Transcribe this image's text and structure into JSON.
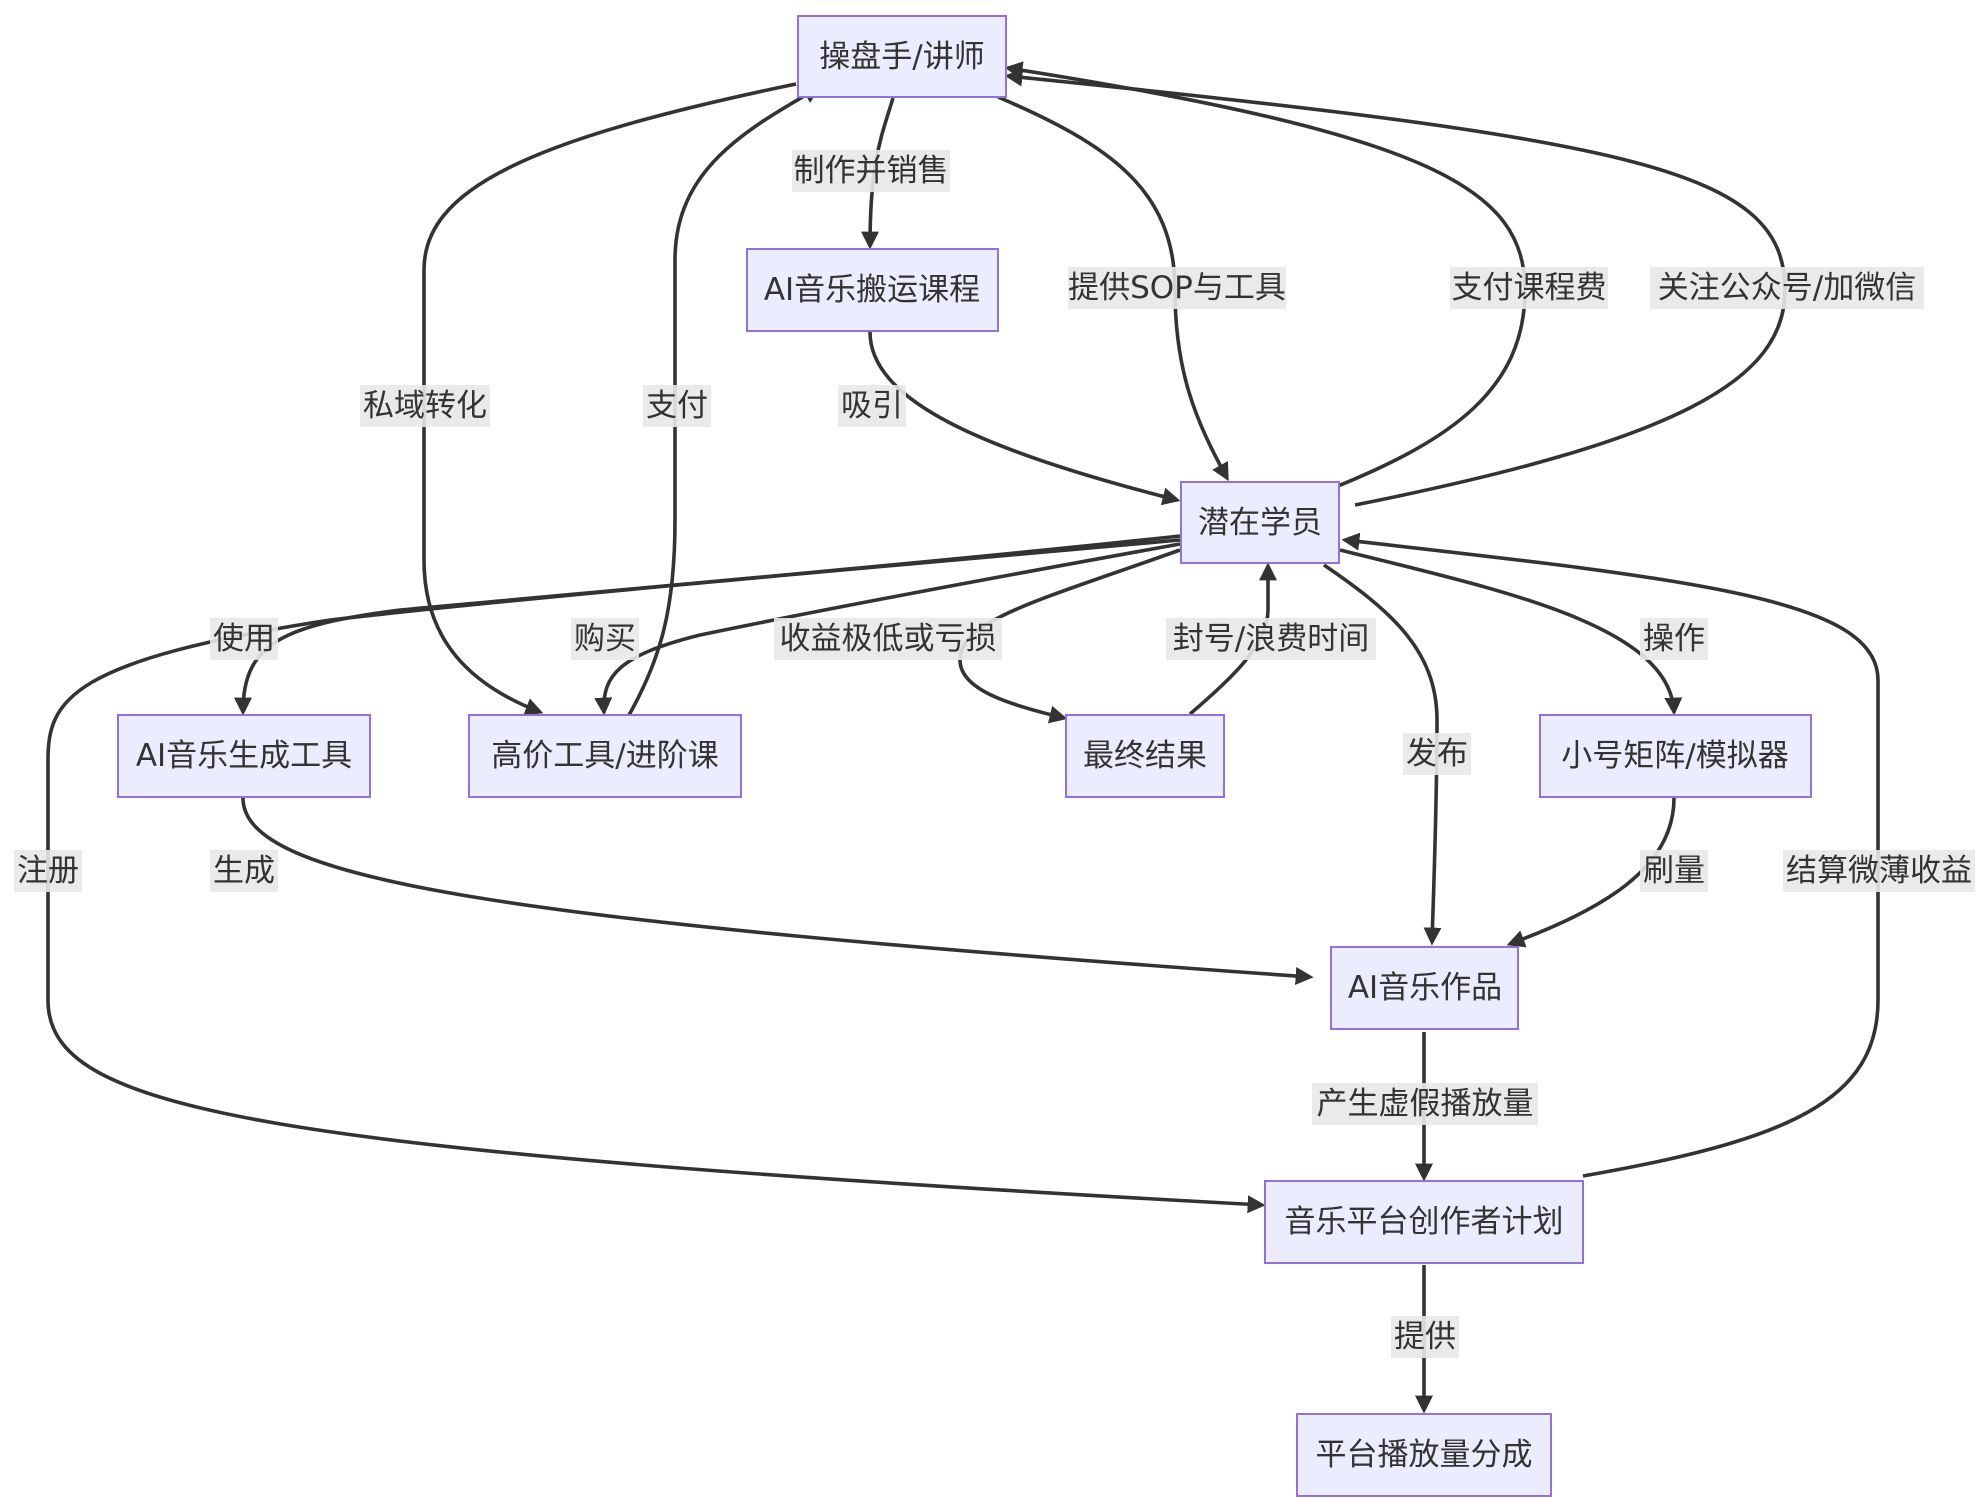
{
  "colors": {
    "node_fill": "#ECECFF",
    "node_stroke": "#9370DB",
    "edge": "#333333",
    "label_bg": "#e8e8e8",
    "text": "#333333"
  },
  "nodes": {
    "operator": "操盘手/讲师",
    "course": "AI音乐搬运课程",
    "student": "潜在学员",
    "gen_tool": "AI音乐生成工具",
    "premium": "高价工具/进阶课",
    "result": "最终结果",
    "matrix": "小号矩阵/模拟器",
    "work": "AI音乐作品",
    "platform_plan": "音乐平台创作者计划",
    "revenue_share": "平台播放量分成"
  },
  "edges": {
    "make_sell": "制作并销售",
    "sop_tools": "提供SOP与工具",
    "pay_fee": "支付课程费",
    "follow": "关注公众号/加微信",
    "private": "私域转化",
    "pay": "支付",
    "attract": "吸引",
    "use": "使用",
    "buy": "购买",
    "low_profit": "收益极低或亏损",
    "banned": "封号/浪费时间",
    "publish": "发布",
    "operate": "操作",
    "register": "注册",
    "generate": "生成",
    "boost": "刷量",
    "settle": "结算微薄收益",
    "fake_plays": "产生虚假播放量",
    "provide": "提供"
  }
}
